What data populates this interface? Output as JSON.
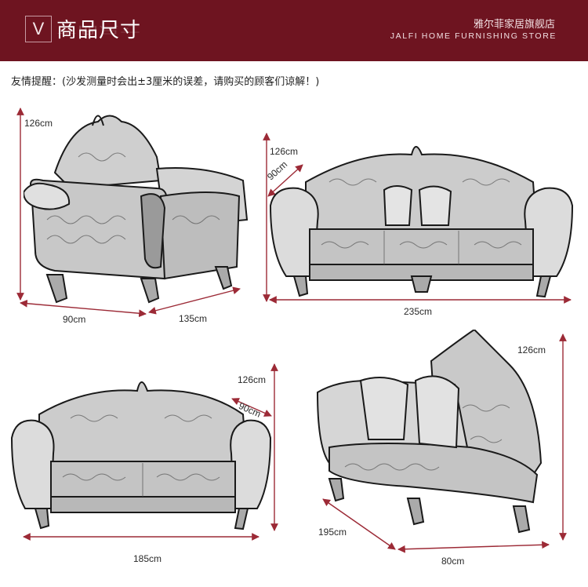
{
  "header": {
    "badge": "V",
    "title": "商品尺寸",
    "store_cn": "雅尔菲家居旗舰店",
    "store_en": "JALFI HOME FURNISHING STORE"
  },
  "notice": "友情提醒：(沙发测量时会出±3厘米的误差，请购买的顾客们谅解！)",
  "products": [
    {
      "name": "single-chair",
      "dims": {
        "height": "126cm",
        "width": "90cm",
        "depth": "135cm"
      }
    },
    {
      "name": "three-seat-sofa",
      "dims": {
        "height": "126cm",
        "seat_depth": "90cm",
        "width": "235cm"
      }
    },
    {
      "name": "two-seat-sofa",
      "dims": {
        "height": "126cm",
        "seat_depth": "90cm",
        "width": "185cm"
      }
    },
    {
      "name": "chaise-lounge",
      "dims": {
        "height": "126cm",
        "length": "195cm",
        "width": "80cm"
      }
    }
  ],
  "colors": {
    "header_bg": "#6e1420",
    "dimension_line": "#9c2a36"
  }
}
